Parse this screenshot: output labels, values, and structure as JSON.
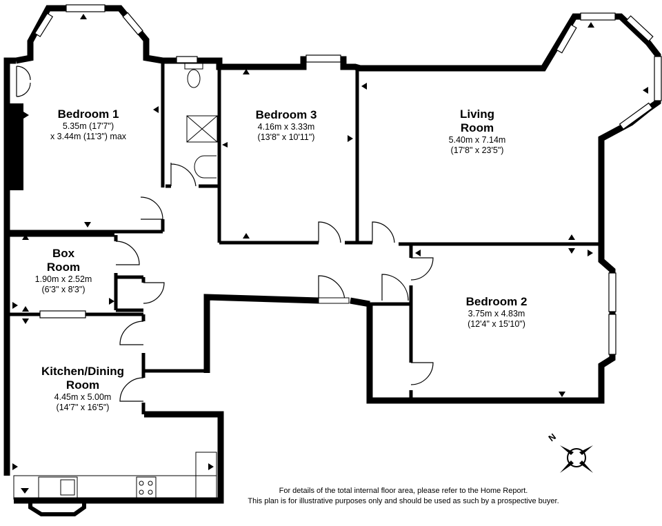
{
  "rooms": {
    "bedroom1": {
      "name": "Bedroom 1",
      "dim1": "5.35m (17'7\")",
      "dim2": "x 3.44m (11'3\") max"
    },
    "bedroom3": {
      "name": "Bedroom 3",
      "dim1": "4.16m x 3.33m",
      "dim2": "(13'8\" x 10'11\")"
    },
    "living": {
      "name1": "Living",
      "name2": "Room",
      "dim1": "5.40m x 7.14m",
      "dim2": "(17'8\" x 23'5\")"
    },
    "boxroom": {
      "name1": "Box",
      "name2": "Room",
      "dim1": "1.90m x 2.52m",
      "dim2": "(6'3\" x 8'3\")"
    },
    "bedroom2": {
      "name": "Bedroom 2",
      "dim1": "3.75m x 4.83m",
      "dim2": "(12'4\" x 15'10\")"
    },
    "kitchen": {
      "name1": "Kitchen/Dining",
      "name2": "Room",
      "dim1": "4.45m x 5.00m",
      "dim2": "(14'7\" x 16'5\")"
    }
  },
  "footnote": {
    "line1": "For details of the total internal floor area, please refer to the Home Report.",
    "line2": "This plan is for illustrative purposes only and should be used as such by a prospective buyer."
  },
  "compass": {
    "label": "N"
  },
  "colors": {
    "wall": "#000000",
    "window": "#ffffff",
    "background": "#ffffff"
  }
}
